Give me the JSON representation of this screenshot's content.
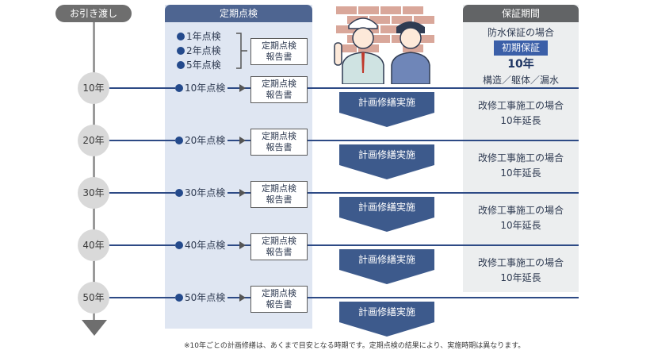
{
  "handover_label": "お引き渡し",
  "inspection_header": "定期点検",
  "warranty_header": "保証期間",
  "report_lines": [
    "定期点検",
    "報告書"
  ],
  "early_inspections": [
    "1年点検",
    "2年点検",
    "5年点検"
  ],
  "decades": [
    {
      "year_label": "10年",
      "inspection": "10年点検"
    },
    {
      "year_label": "20年",
      "inspection": "20年点検"
    },
    {
      "year_label": "30年",
      "inspection": "30年点検"
    },
    {
      "year_label": "40年",
      "inspection": "40年点検"
    },
    {
      "year_label": "50年",
      "inspection": "50年点検"
    }
  ],
  "repair_label": "計画修繕実施",
  "warranty": {
    "initial_heading": "防水保証の場合",
    "initial_tag": "初期保証",
    "initial_years": "10年",
    "initial_scope": "構造／躯体／漏水",
    "extension_heading": "改修工事施工の場合",
    "extension_years": "10年延長"
  },
  "footnote": "※10年ごとの計画修繕は、あくまで目安となる時期です。定期点検の結果により、実施時期は異なります。",
  "colors": {
    "navy": "#2d4a85",
    "panel_blue": "#dfe6f2",
    "panel_grey": "#eceeef",
    "arrow": "#3d5a8c"
  }
}
